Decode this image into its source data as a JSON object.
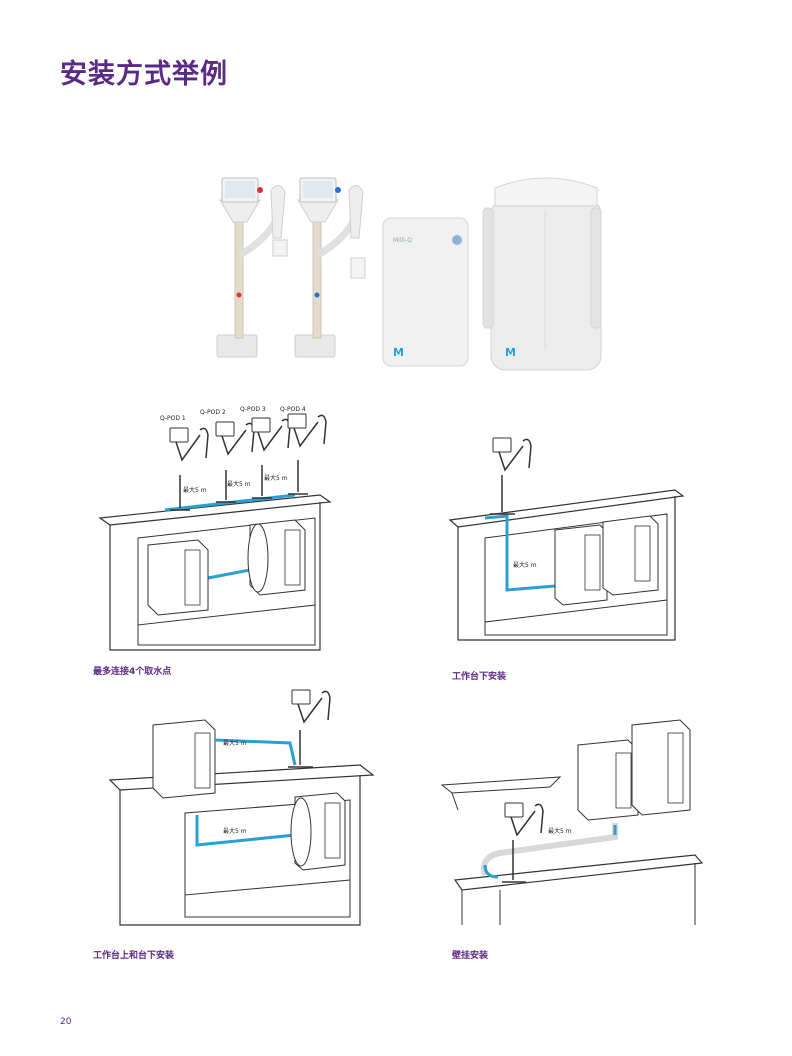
{
  "page": {
    "title": "安装方式举例",
    "page_number": "20"
  },
  "product_photo": {
    "screen_brand": "Milli-Q",
    "unit_logo": "M"
  },
  "examples": [
    {
      "caption": "最多连接4个取水点",
      "pod_labels": [
        "Q-POD 1",
        "Q-POD 2",
        "Q-POD 3",
        "Q-POD 4"
      ],
      "distance_labels": [
        "最大5 m",
        "最大5 m",
        "最大5 m"
      ]
    },
    {
      "caption": "工作台下安装",
      "distance_labels": [
        "最大5 m"
      ]
    },
    {
      "caption": "工作台上和台下安装",
      "distance_labels": [
        "最大5 m",
        "最大5 m"
      ]
    },
    {
      "caption": "壁挂安装",
      "distance_labels": [
        "最大5 m"
      ]
    }
  ],
  "colors": {
    "brand_purple": "#5b2a86",
    "tube_blue": "#2a9fd6",
    "line_dark": "#333333"
  }
}
